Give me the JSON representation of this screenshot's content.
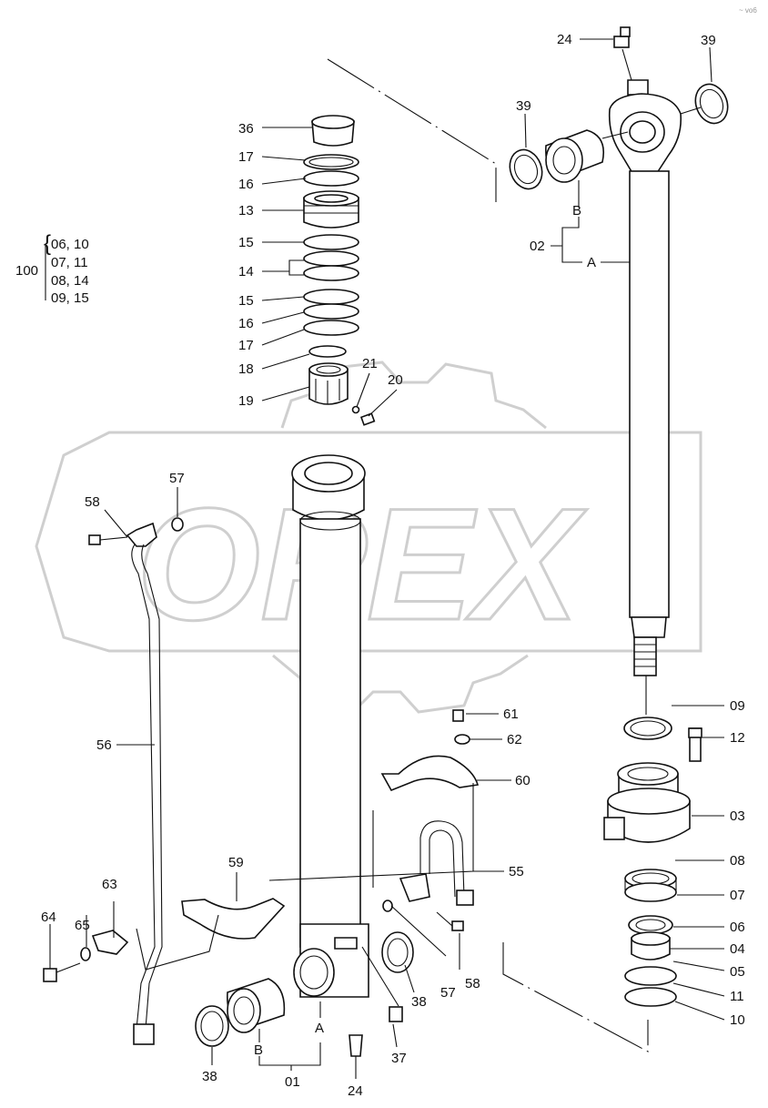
{
  "watermark": {
    "text": "OPEX"
  },
  "corner_mark": "~ vo6",
  "labels": {
    "p36": "36",
    "p17a": "17",
    "p16a": "16",
    "p13": "13",
    "p15a": "15",
    "p14": "14",
    "p15b": "15",
    "p16b": "16",
    "p17b": "17",
    "p18": "18",
    "p19": "19",
    "p21": "21",
    "p20": "20",
    "p24top": "24",
    "p39a": "39",
    "p39b": "39",
    "p02": "02",
    "pB_top": "B",
    "pA_top": "A",
    "p58a": "58",
    "p57a": "57",
    "p56": "56",
    "p09": "09",
    "p12": "12",
    "p03": "03",
    "p08": "08",
    "p07": "07",
    "p06": "06",
    "p04": "04",
    "p05": "05",
    "p11": "11",
    "p10": "10",
    "p61": "61",
    "p62": "62",
    "p60": "60",
    "p55": "55",
    "p59": "59",
    "p57b": "57",
    "p58b": "58",
    "p38a": "38",
    "p37": "37",
    "p63": "63",
    "p64": "64",
    "p65": "65",
    "p38b": "38",
    "pB_bot": "B",
    "pA_bot": "A",
    "p01": "01",
    "p24bot": "24"
  },
  "kit": {
    "number": "100",
    "rows": [
      "06, 10",
      "07, 11",
      "08, 14",
      "09, 15"
    ]
  }
}
